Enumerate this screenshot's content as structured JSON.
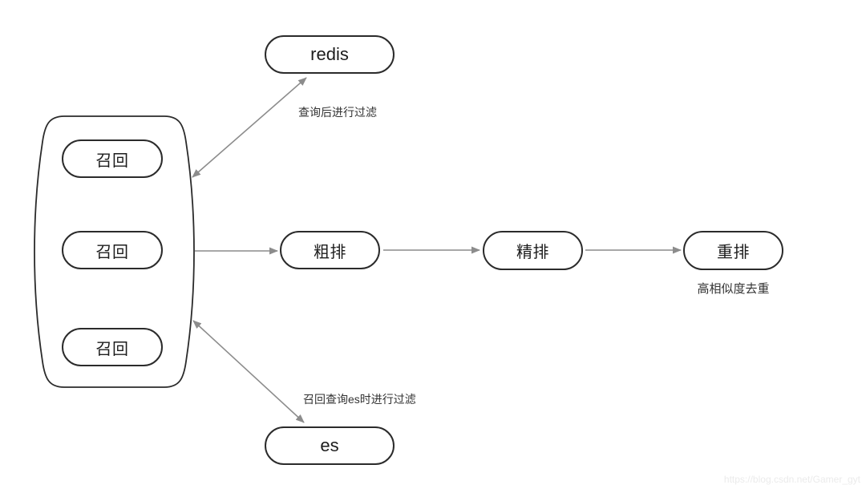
{
  "diagram": {
    "type": "flowchart",
    "background": "#ffffff",
    "recall_group": {
      "items": [
        {
          "label": "召回"
        },
        {
          "label": "召回"
        },
        {
          "label": "召回"
        }
      ]
    },
    "nodes": [
      {
        "id": "redis",
        "label": "redis"
      },
      {
        "id": "coarse-rank",
        "label": "粗排"
      },
      {
        "id": "fine-rank",
        "label": "精排"
      },
      {
        "id": "re-rank",
        "label": "重排"
      },
      {
        "id": "es",
        "label": "es"
      }
    ],
    "annotations": {
      "redis_filter": "查询后进行过滤",
      "es_filter": "召回查询es时进行过滤",
      "dedup_note": "高相似度去重"
    },
    "edges": [
      {
        "from": "recall-group",
        "to": "redis",
        "direction": "both"
      },
      {
        "from": "recall-group",
        "to": "coarse-rank",
        "direction": "forward"
      },
      {
        "from": "coarse-rank",
        "to": "fine-rank",
        "direction": "forward"
      },
      {
        "from": "fine-rank",
        "to": "re-rank",
        "direction": "forward"
      },
      {
        "from": "recall-group",
        "to": "es",
        "direction": "both"
      }
    ],
    "colors": {
      "node_border": "#2b2b2b",
      "node_text": "#1c1c1c",
      "arrow": "#8c8c8c",
      "annotation_text": "#333333",
      "watermark_text": "#ebebeb"
    },
    "watermark": "https://blog.csdn.net/Gamer_gyt"
  }
}
